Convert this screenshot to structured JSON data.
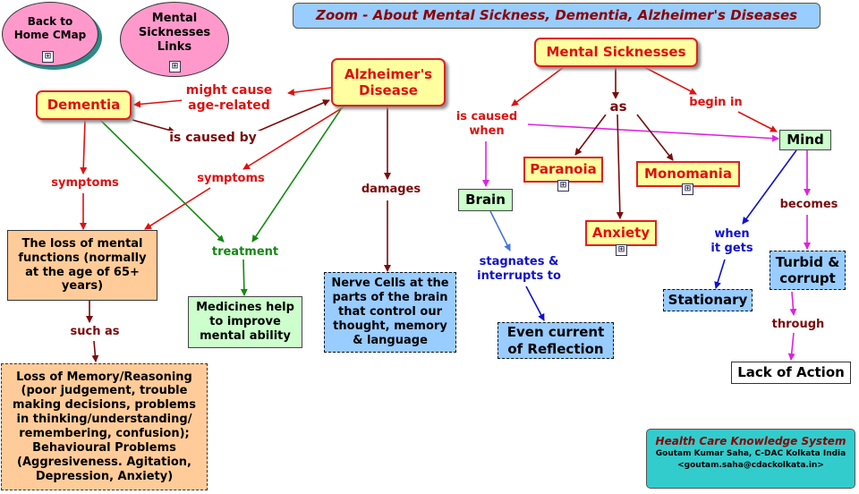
{
  "title": "Zoom - About Mental Sickness, Dementia, Alzheimer's Diseases",
  "bubbles": {
    "back_home": "Back to\nHome CMap",
    "mental_links": "Mental\nSicknesses\nLinks"
  },
  "nodes": {
    "dementia": "Dementia",
    "alzheimers": "Alzheimer's\nDisease",
    "loss_mental": "The loss of mental\nfunctions (normally\nat the age of 65+\nyears)",
    "medicines": "Medicines help\nto improve\nmental ability",
    "nerve_cells": "Nerve Cells at the\nparts of the brain\nthat control our\nthought, memory\n& language",
    "loss_memory": "Loss of Memory/Reasoning\n(poor judgement, trouble\nmaking decisions, problems\nin thinking/understanding/\nremembering, confusion);\nBehavioural Problems\n(Aggresiveness. Agitation,\nDepression, Anxiety)",
    "mental_sicknesses": "Mental Sicknesses",
    "paranoia": "Paranoia",
    "monomania": "Monomania",
    "anxiety": "Anxiety",
    "brain": "Brain",
    "mind": "Mind",
    "even_current": "Even current\nof Reflection",
    "stationary": "Stationary",
    "turbid": "Turbid &\ncorrupt",
    "lack_action": "Lack of Action"
  },
  "links": {
    "might_cause": "might cause\nage-related",
    "is_caused_by": "is caused by",
    "symptoms_left": "symptoms",
    "symptoms_mid": "symptoms",
    "treatment": "treatment",
    "damages": "damages",
    "such_as": "such as",
    "is_caused_when": "is caused\nwhen",
    "as": "as",
    "begin_in": "begin in",
    "stagnates": "stagnates &\ninterrupts to",
    "when_it_gets": "when\nit gets",
    "becomes": "becomes",
    "through": "through"
  },
  "footer": {
    "system": "Health Care Knowledge System",
    "author": "Goutam Kumar Saha, C-DAC Kolkata India",
    "email": "<goutam.saha@cdackolkata.in>"
  },
  "icons": [
    "cmap-link-icon"
  ],
  "colors": {
    "title_bg": "#99ccff",
    "title_text": "#8b0000",
    "concept_fill": "#ffffa0",
    "concept_border": "#e02020",
    "bubble_fill": "#ff99cc",
    "footer_bg": "#33cccc",
    "arrow_red": "#e01010",
    "arrow_dark": "#7a0b0b",
    "arrow_green": "#138a13",
    "arrow_magenta": "#e020e0",
    "arrow_blue": "#1010cc"
  }
}
